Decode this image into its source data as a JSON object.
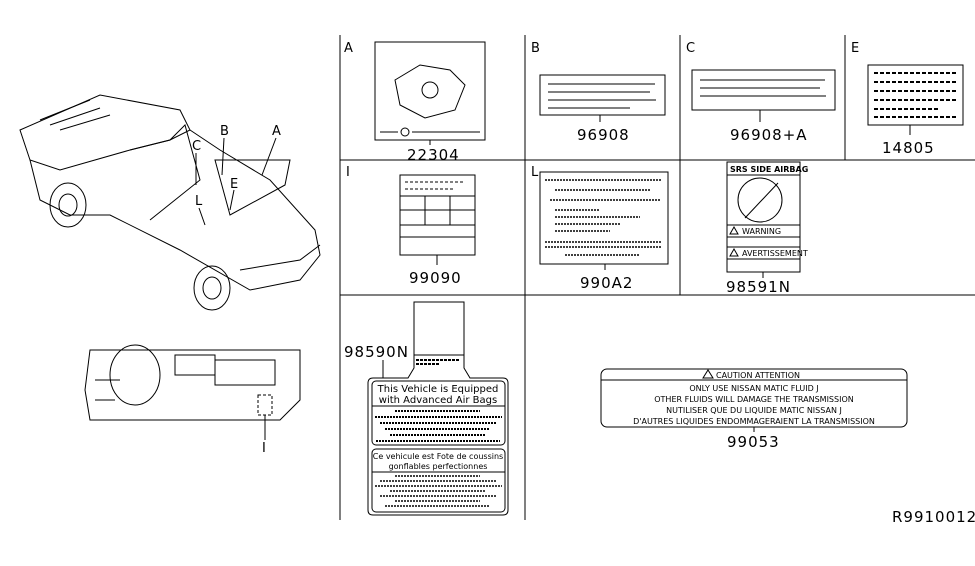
{
  "diagram_id": "R9910012",
  "callouts": {
    "vehicle": [
      "B",
      "A",
      "C",
      "E",
      "L"
    ],
    "dash": "I"
  },
  "cells": [
    {
      "letter": "A",
      "part": "22304"
    },
    {
      "letter": "B",
      "part": "96908"
    },
    {
      "letter": "C",
      "part": "96908+A"
    },
    {
      "letter": "E",
      "part": "14805"
    },
    {
      "letter": "I",
      "part": "99090"
    },
    {
      "letter": "L",
      "part": "990A2"
    },
    {
      "letter": "",
      "part": "98591N"
    },
    {
      "letter": "",
      "part": "98590N"
    },
    {
      "letter": "",
      "part": "99053"
    }
  ],
  "srs_label": {
    "title": "SRS SIDE AIRBAG",
    "warning": "WARNING",
    "avertissement": "AVERTISSEMENT"
  },
  "airbag_label": {
    "en_heading_1": "This Vehicle is Equipped",
    "en_heading_2": "with Advanced Air Bags",
    "fr_heading_1": "Ce vehicule est Fote de coussins",
    "fr_heading_2": "gonflables perfectionnes"
  },
  "caution_label": {
    "header": "CAUTION ATTENTION",
    "lines": [
      "ONLY USE NISSAN MATIC FLUID J",
      "OTHER FLUIDS WILL DAMAGE THE TRANSMISSION",
      "NUTILISER QUE DU LIQUIDE MATIC NISSAN J",
      "D'AUTRES LIQUIDES ENDOMMAGERAIENT LA TRANSMISSION"
    ]
  }
}
